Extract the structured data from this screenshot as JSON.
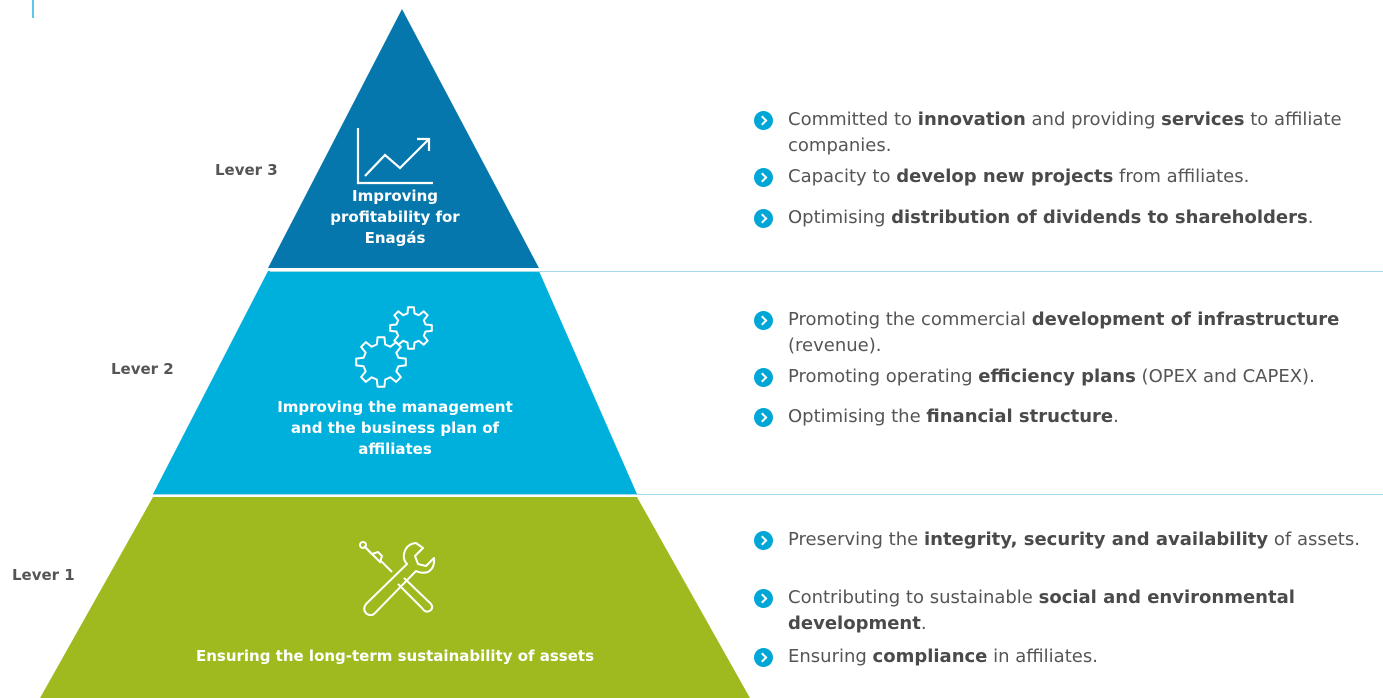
{
  "colors": {
    "lever3": "#0677ad",
    "lever2": "#00b0dc",
    "lever1": "#9eba1f",
    "bullet": "#00a6d6",
    "separator": "#a6d9ec",
    "accent": "#5ec6e6"
  },
  "levers": [
    {
      "label": "Lever 3",
      "title": "Improving profitability for Enagás",
      "title_lines": [
        "Improving",
        "profitability for",
        "Enagás"
      ],
      "icon": "line-chart-icon",
      "bullets": [
        [
          {
            "t": "Committed to "
          },
          {
            "t": "innovation",
            "b": true
          },
          {
            "t": " and providing "
          },
          {
            "t": "services",
            "b": true
          },
          {
            "t": " to affiliate companies."
          }
        ],
        [
          {
            "t": "Capacity to  "
          },
          {
            "t": "develop new projects",
            "b": true
          },
          {
            "t": " from affiliates."
          }
        ],
        [
          {
            "t": "Optimising "
          },
          {
            "t": "distribution of dividends to shareholders",
            "b": true
          },
          {
            "t": "."
          }
        ]
      ]
    },
    {
      "label": "Lever 2",
      "title": "Improving the management and the business plan of affiliates",
      "title_lines": [
        "Improving the management",
        "and the business plan of",
        "affiliates"
      ],
      "icon": "gears-icon",
      "bullets": [
        [
          {
            "t": "Promoting the commercial "
          },
          {
            "t": "development of infrastructure",
            "b": true
          },
          {
            "t": " (revenue)."
          }
        ],
        [
          {
            "t": "Promoting operating "
          },
          {
            "t": "efficiency plans",
            "b": true
          },
          {
            "t": " (OPEX and CAPEX)."
          }
        ],
        [
          {
            "t": "Optimising the "
          },
          {
            "t": "financial structure",
            "b": true
          },
          {
            "t": "."
          }
        ]
      ]
    },
    {
      "label": "Lever 1",
      "title": "Ensuring the long-term sustainability of assets",
      "title_lines": [
        "Ensuring the long-term sustainability of assets"
      ],
      "icon": "tools-icon",
      "bullets": [
        [
          {
            "t": "Preserving the "
          },
          {
            "t": "integrity, security and availability",
            "b": true
          },
          {
            "t": " of assets."
          }
        ],
        [
          {
            "t": "Contributing to sustainable "
          },
          {
            "t": "social and environmental development",
            "b": true
          },
          {
            "t": "."
          }
        ],
        [
          {
            "t": "Ensuring "
          },
          {
            "t": "compliance",
            "b": true
          },
          {
            "t": " in affiliates."
          }
        ]
      ]
    }
  ]
}
